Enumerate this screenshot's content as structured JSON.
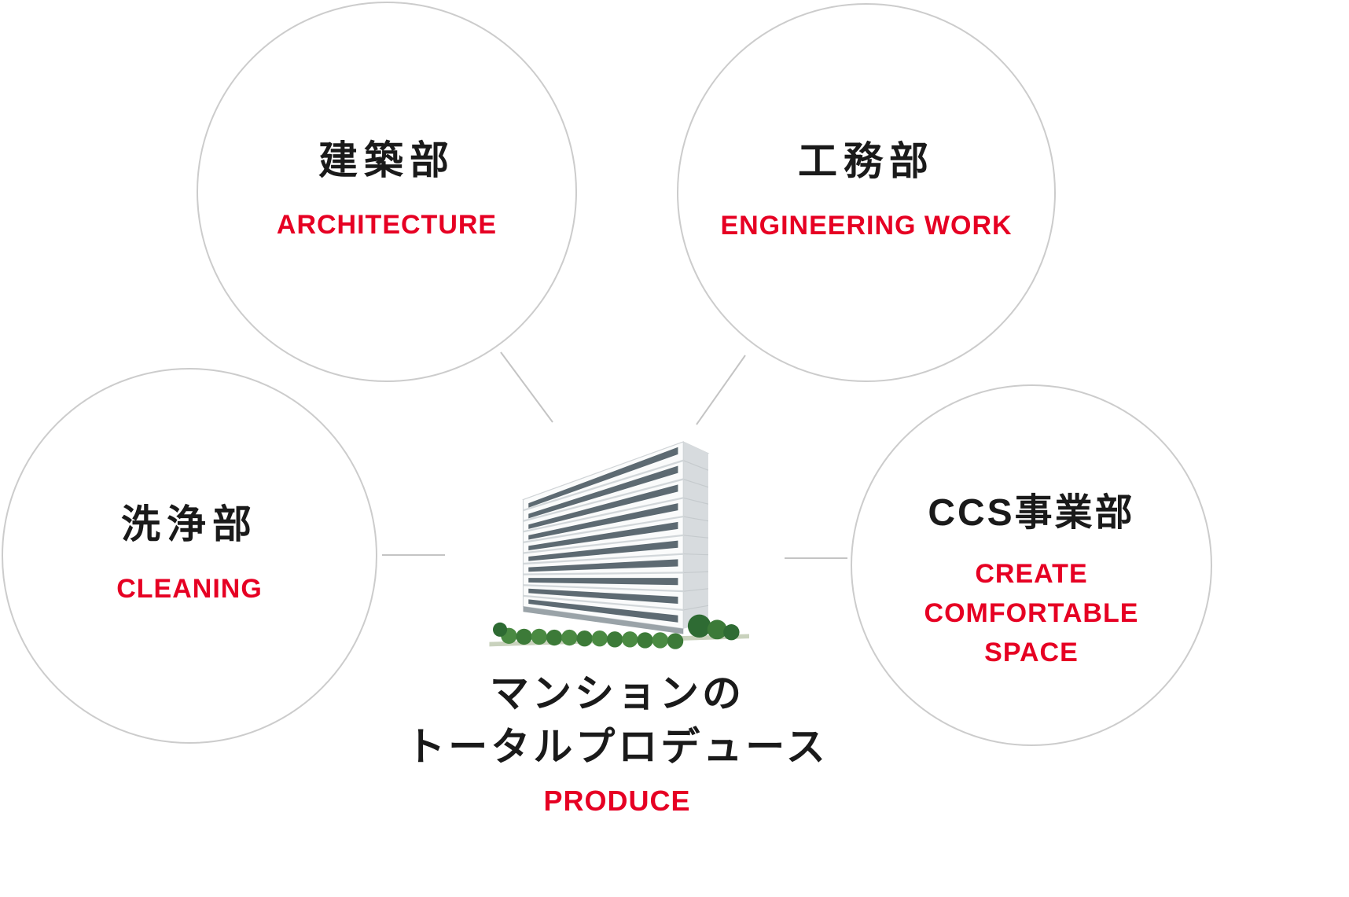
{
  "diagram": {
    "circles": [
      {
        "id": "architecture",
        "title": "建築部",
        "subtitle": "ARCHITECTURE"
      },
      {
        "id": "engineering",
        "title": "工務部",
        "subtitle": "ENGINEERING WORK"
      },
      {
        "id": "cleaning",
        "title": "洗浄部",
        "subtitle": "CLEANING"
      },
      {
        "id": "ccs",
        "title": "CCS事業部",
        "subtitle_lines": [
          "CREATE",
          "COMFORTABLE",
          "SPACE"
        ]
      }
    ],
    "center": {
      "title_line1": "マンションの",
      "title_line2": "トータルプロデュース",
      "subtitle": "PRODUCE",
      "illustration": "apartment-building"
    },
    "colors": {
      "accent_red": "#e60023",
      "text_dark": "#1a1a1a",
      "circle_border": "#cccccc",
      "connector_line": "#c4c4c4"
    }
  }
}
